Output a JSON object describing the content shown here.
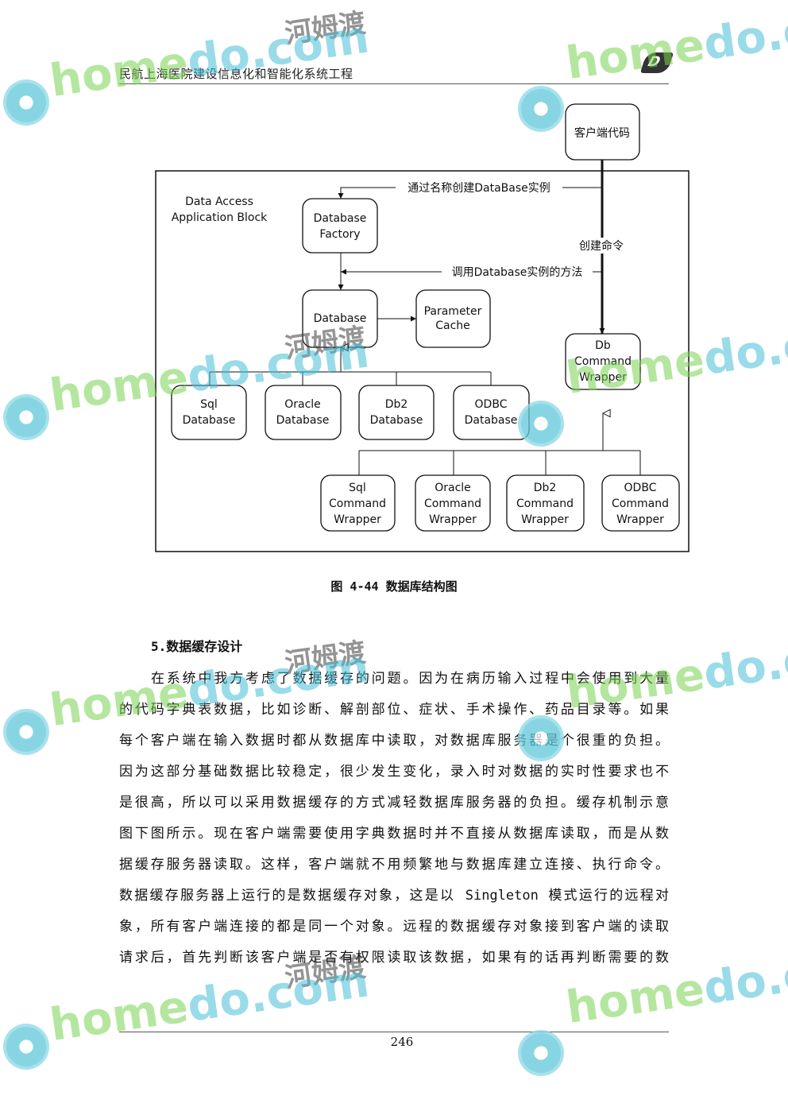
{
  "header": {
    "title": "民航上海医院建设信息化和智能化系统工程"
  },
  "diagram": {
    "frame_label_line1": "Data Access",
    "frame_label_line2": "Application Block",
    "nodes": {
      "client_code": "客户端代码",
      "database_factory": [
        "Database",
        "Factory"
      ],
      "database": "Database",
      "parameter_cache": [
        "Parameter",
        "Cache"
      ],
      "db_command_wrapper": [
        "Db",
        "Command",
        "Wrapper"
      ],
      "sql_database": [
        "Sql",
        "Database"
      ],
      "oracle_database": [
        "Oracle",
        "Database"
      ],
      "db2_database": [
        "Db2",
        "Database"
      ],
      "odbc_database": [
        "ODBC",
        "Database"
      ],
      "sql_command_wrapper": [
        "Sql",
        "Command",
        "Wrapper"
      ],
      "oracle_command_wrapper": [
        "Oracle",
        "Command",
        "Wrapper"
      ],
      "db2_command_wrapper": [
        "Db2",
        "Command",
        "Wrapper"
      ],
      "odbc_command_wrapper": [
        "ODBC",
        "Command",
        "Wrapper"
      ]
    },
    "edges": {
      "create_by_name": "通过名称创建DataBase实例",
      "call_methods": "调用Database实例的方法",
      "create_command": "创建命令"
    }
  },
  "caption": "图 4-44 数据库结构图",
  "section_heading": "5.数据缓存设计",
  "body_lines": [
    "在系统中我方考虑了数据缓存的问题。因为在病历输入过程中会使用到大量",
    "的代码字典表数据，比如诊断、解剖部位、症状、手术操作、药品目录等。如果",
    "每个客户端在输入数据时都从数据库中读取，对数据库服务器是个很重的负担。",
    "因为这部分基础数据比较稳定，很少发生变化，录入时对数据的实时性要求也不",
    "是很高，所以可以采用数据缓存的方式减轻数据库服务器的负担。缓存机制示意",
    "图下图所示。现在客户端需要使用字典数据时并不直接从数据库读取，而是从数",
    "据缓存服务器读取。这样，客户端就不用频繁地与数据库建立连接、执行命令。",
    "数据缓存服务器上运行的是数据缓存对象，这是以 Singleton 模式运行的远程对",
    "象，所有客户端连接的都是同一个对象。远程的数据缓存对象接到客户端的读取",
    "请求后，首先判断该客户端是否有权限读取该数据，如果有的话再判断需要的数"
  ],
  "page_number": "246",
  "watermark": {
    "brand_latin_a": "home",
    "brand_latin_b": "do.com",
    "brand_cn": "河姆渡"
  }
}
